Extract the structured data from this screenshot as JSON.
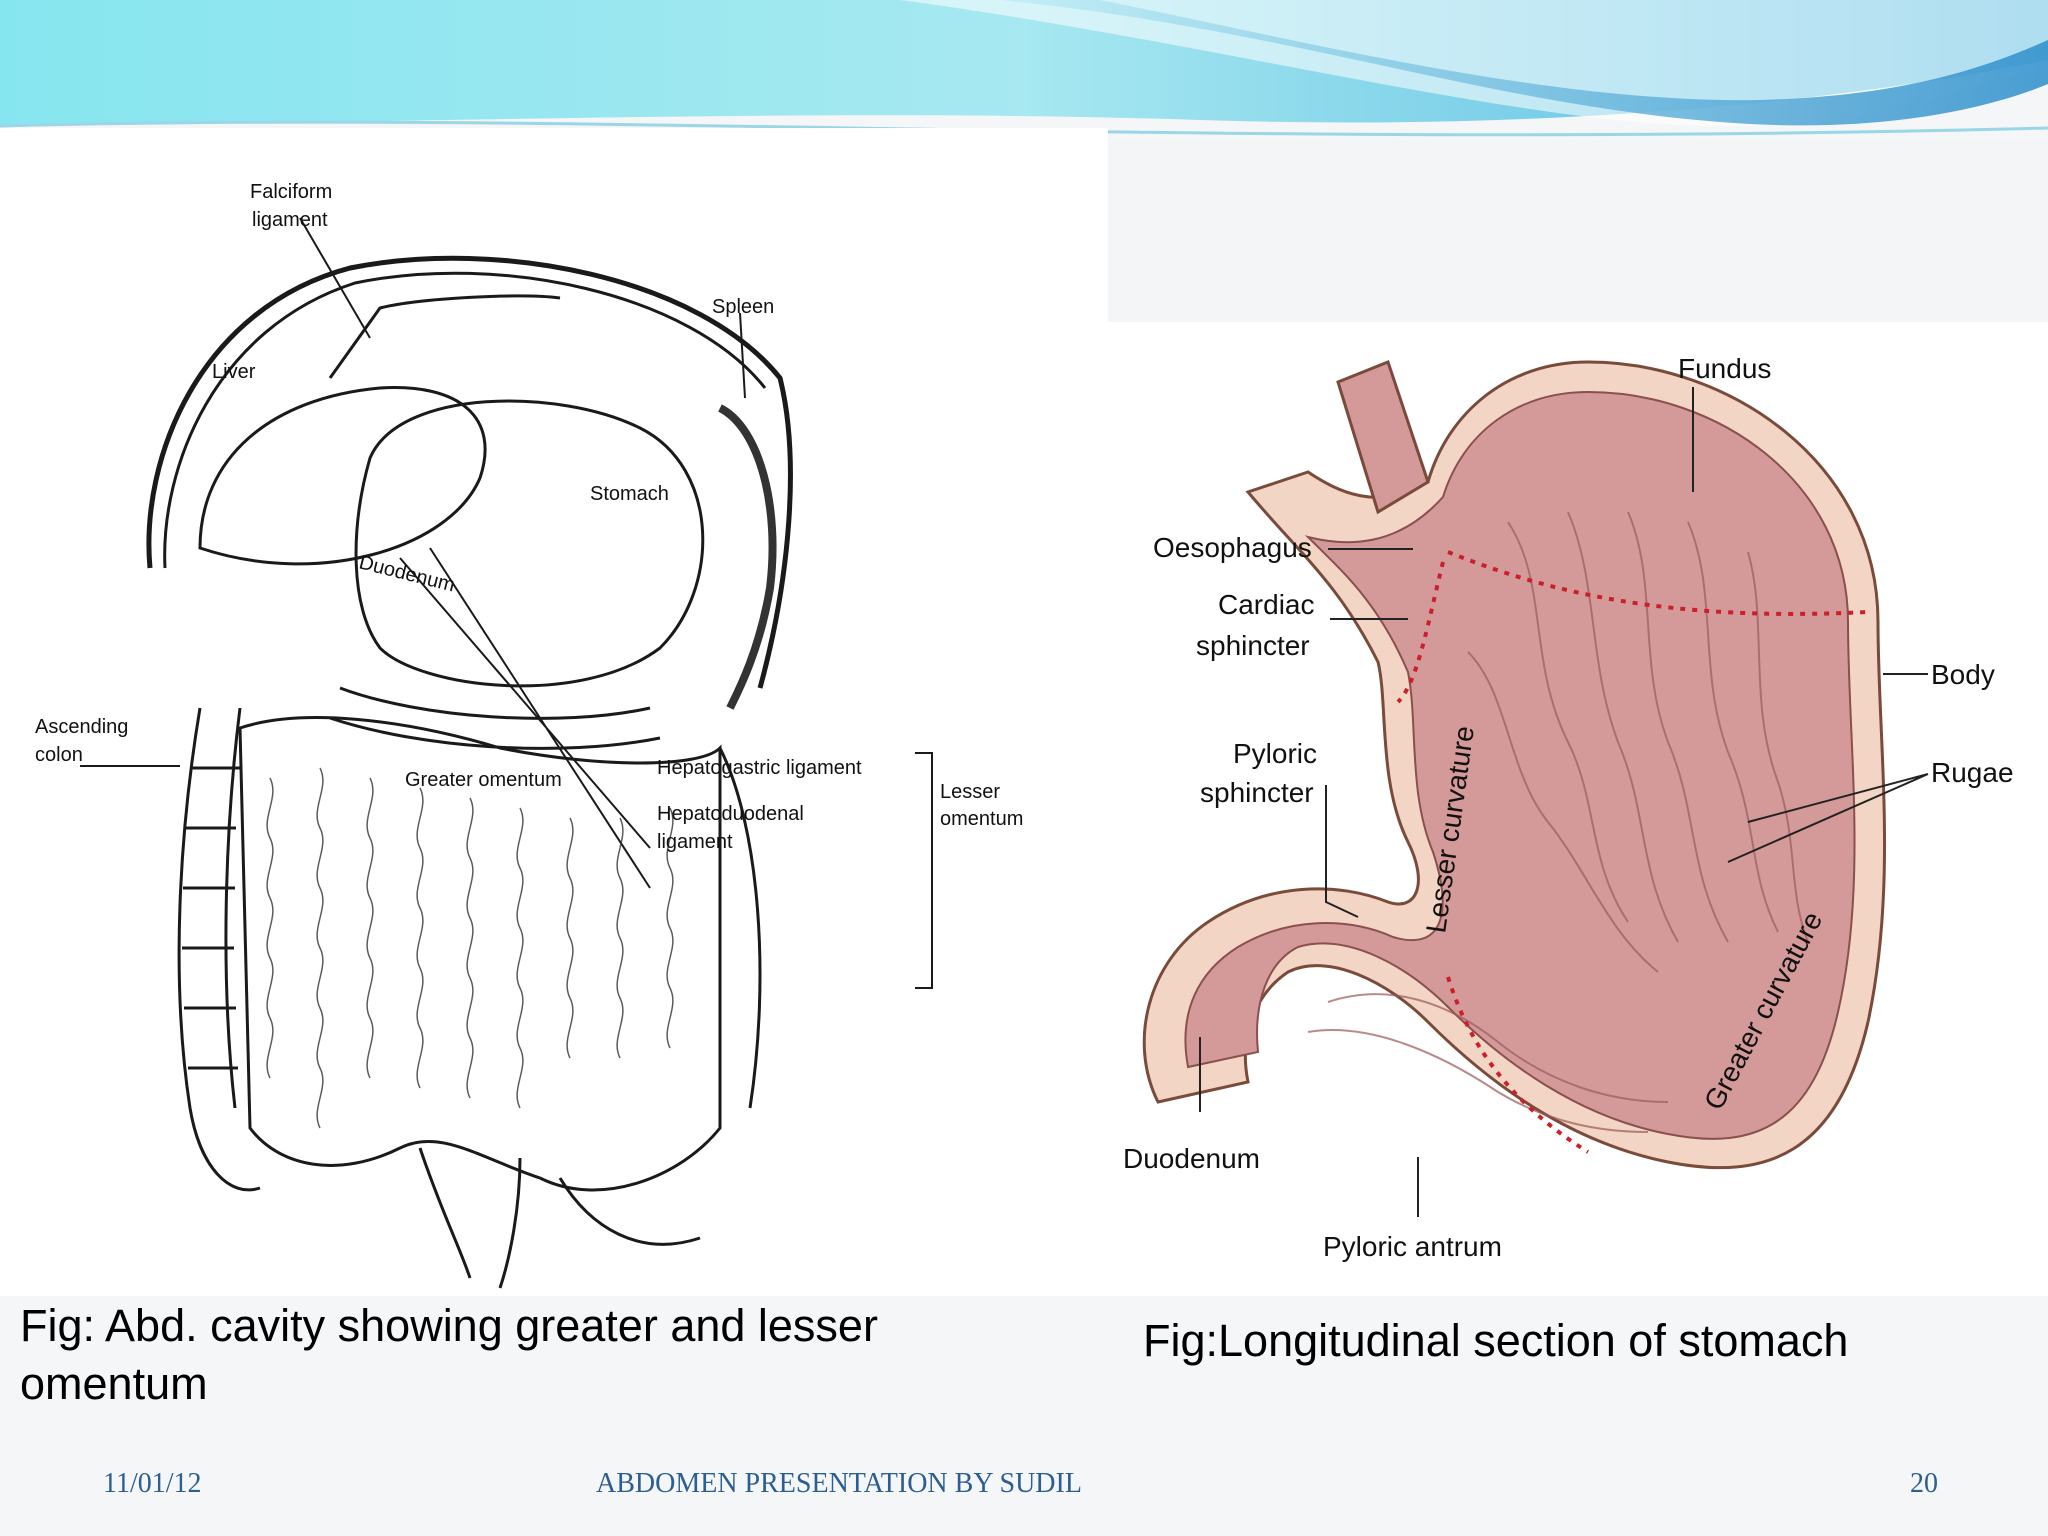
{
  "left_figure": {
    "labels": {
      "falciform_1": "Falciform",
      "falciform_2": "ligament",
      "spleen": "Spleen",
      "liver": "Liver",
      "stomach": "Stomach",
      "duodenum": "Duodenum",
      "ascending_1": "Ascending",
      "ascending_2": "colon",
      "greater_omentum": "Greater omentum",
      "hepatogastric": "Hepatogastric ligament",
      "hepatoduodenal_1": "Hepatoduodenal",
      "hepatoduodenal_2": "ligament",
      "lesser_1": "Lesser",
      "lesser_2": "omentum"
    }
  },
  "right_figure": {
    "labels": {
      "fundus": "Fundus",
      "oesophagus": "Oesophagus",
      "cardiac_1": "Cardiac",
      "cardiac_2": "sphincter",
      "body": "Body",
      "rugae": "Rugae",
      "pyloric_sph_1": "Pyloric",
      "pyloric_sph_2": "sphincter",
      "lesser_curvature": "Lesser curvature",
      "greater_curvature": "Greater curvature",
      "duodenum": "Duodenum",
      "pyloric_antrum": "Pyloric antrum"
    },
    "colors": {
      "mucosa": "#d49a9a",
      "wall": "#f2d5c4",
      "dotted": "#cc1f2a"
    }
  },
  "captions": {
    "left": "Fig: Abd. cavity showing greater and lesser omentum",
    "right": "Fig:Longitudinal section of stomach"
  },
  "footer": {
    "date": "11/01/12",
    "title": "ABDOMEN PRESENTATION BY SUDIL",
    "page": "20"
  },
  "theme": {
    "wave_light": "#8fe4ef",
    "wave_mid": "#5cc8e4",
    "wave_dark": "#2a8fc8",
    "footer_text": "#2b5f93"
  }
}
